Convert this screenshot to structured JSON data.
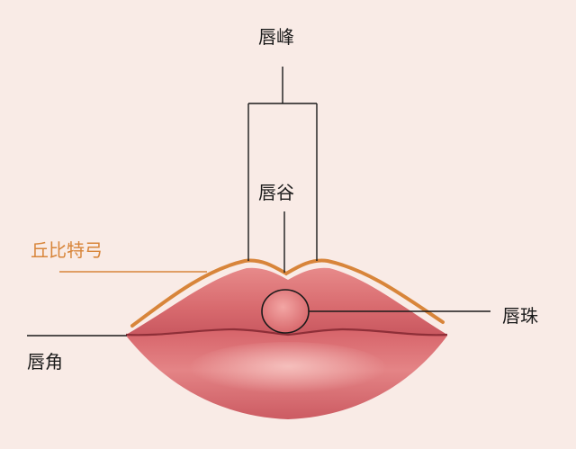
{
  "labels": {
    "peak": "唇峰",
    "valley": "唇谷",
    "cupid_bow": "丘比特弓",
    "bead": "唇珠",
    "corner": "唇角"
  },
  "colors": {
    "background": "#f9ebe6",
    "leader_line": "#1a1a1a",
    "cupid_bow_line": "#d8853a",
    "lip_base": "#d96a6d",
    "lip_shadow": "#b8474f",
    "lip_highlight": "#f4b3b0"
  }
}
